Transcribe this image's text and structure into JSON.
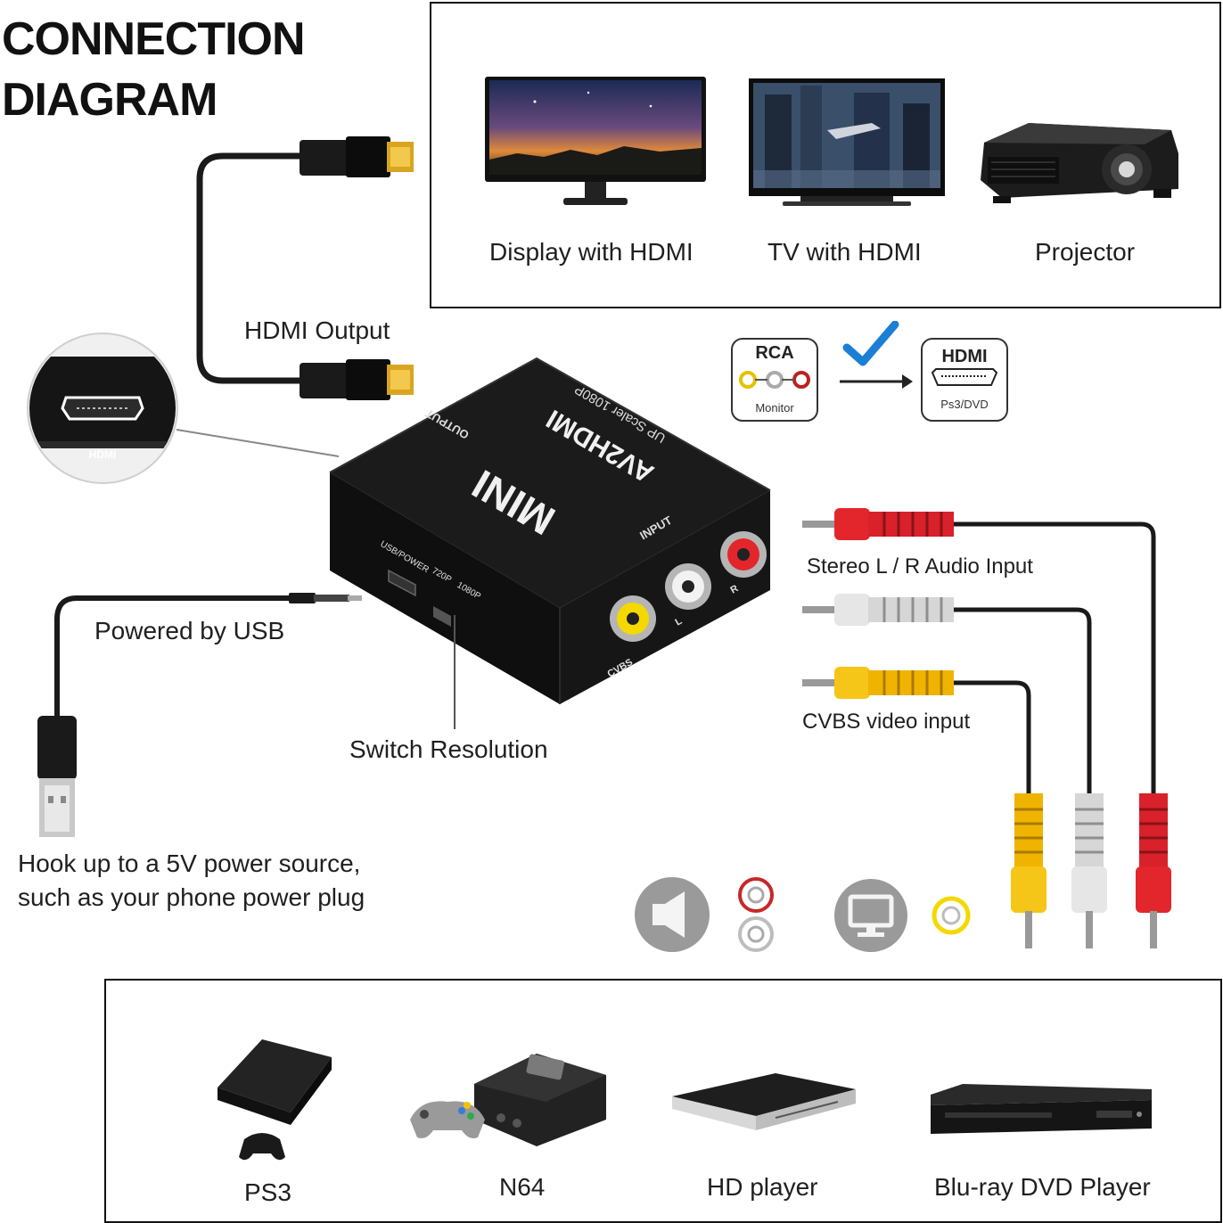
{
  "title": {
    "line1": "CONNECTION",
    "line2": "DIAGRAM"
  },
  "outputs": {
    "items": [
      {
        "label": "Display with HDMI"
      },
      {
        "label": "TV with HDMI"
      },
      {
        "label": "Projector"
      }
    ]
  },
  "labels": {
    "hdmi_output": "HDMI Output",
    "powered_by_usb": "Powered by USB",
    "switch_resolution": "Switch Resolution",
    "stereo_audio": "Stereo L / R Audio Input",
    "cvbs_video": "CVBS video input",
    "power_note_line1": "Hook up to a 5V power source,",
    "power_note_line2": "such as your phone power plug"
  },
  "hdmi_callout": {
    "port_label": "HDMI"
  },
  "rca_badge": {
    "title": "RCA",
    "subtitle": "Monitor"
  },
  "hdmi_badge": {
    "title": "HDMI",
    "subtitle": "Ps3/DVD"
  },
  "device": {
    "brand": "MINI",
    "model": "AV2HDMI",
    "scaler": "UP Scaler 1080P",
    "output_label": "OUTPUT",
    "input_label": "INPUT",
    "usb_label": "USB/POWER",
    "res_720": "720P",
    "res_1080": "1080P",
    "port_r": "R",
    "port_l": "L",
    "port_cvbs": "CVBS"
  },
  "sources": {
    "items": [
      {
        "label": "PS3"
      },
      {
        "label": "N64"
      },
      {
        "label": "HD player"
      },
      {
        "label": "Blu-ray DVD Player"
      }
    ]
  },
  "colors": {
    "rca_red": "#e3262b",
    "rca_white": "#e6e6e6",
    "rca_yellow": "#f5c518",
    "check_blue": "#1b7fd6",
    "device_black": "#141414",
    "icon_gray": "#9a9a9a"
  }
}
